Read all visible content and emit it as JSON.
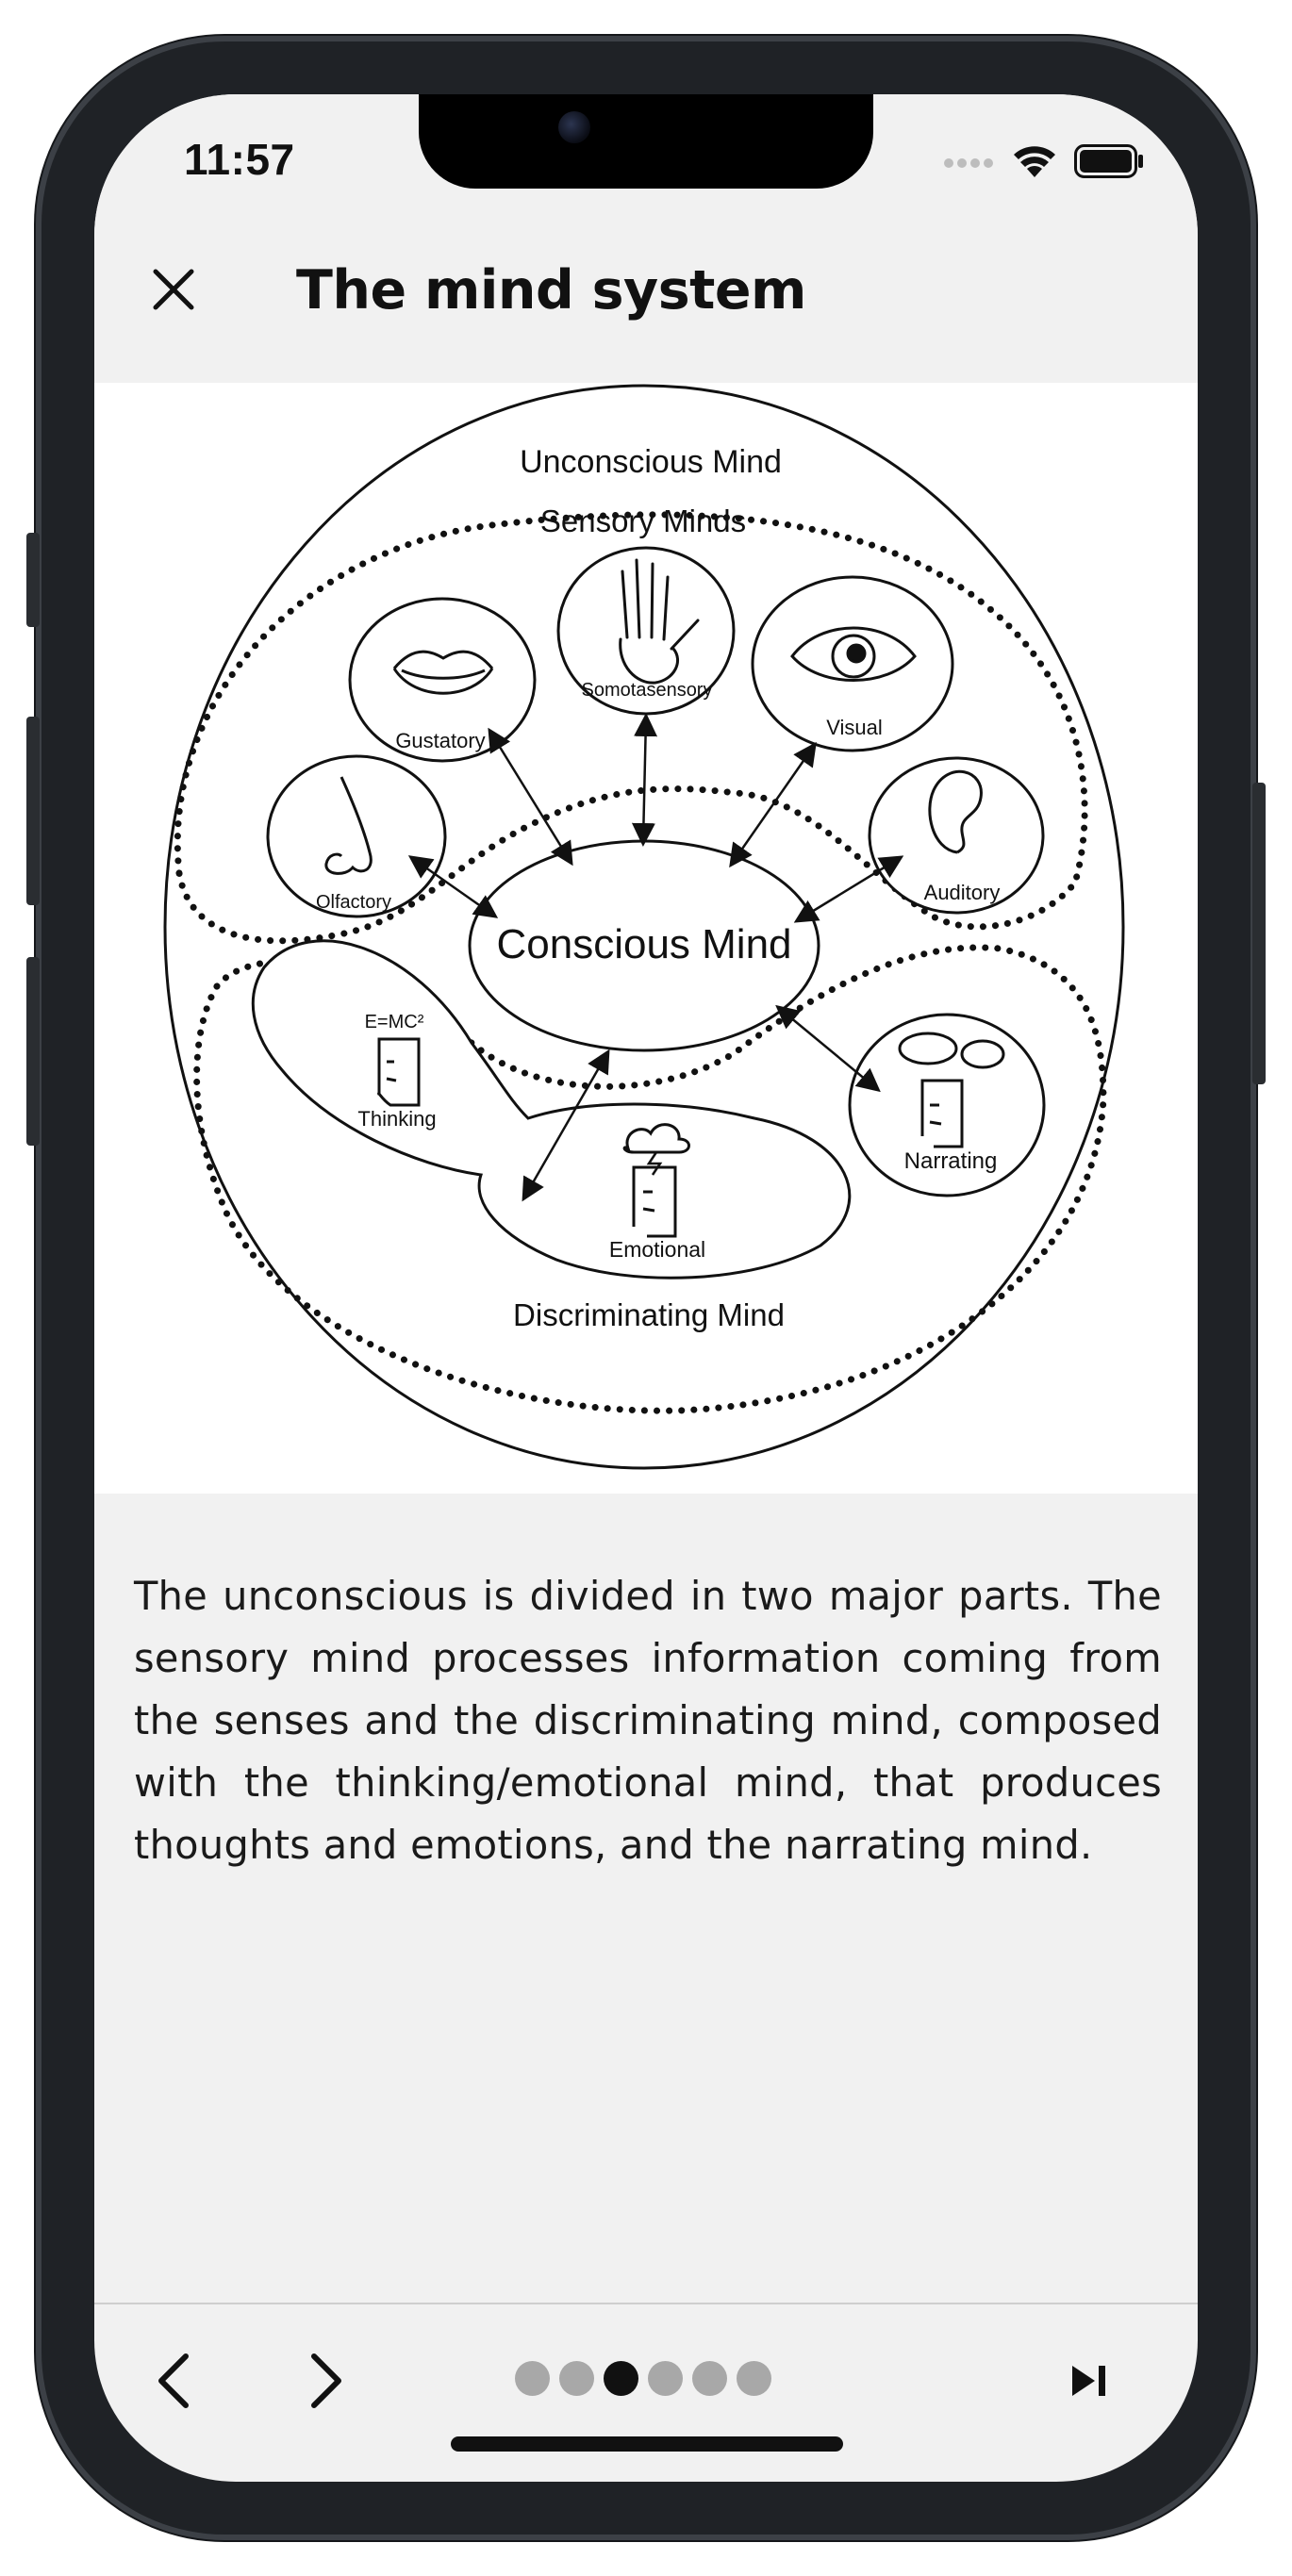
{
  "status_bar": {
    "time": "11:57"
  },
  "header": {
    "close_icon": "close-icon",
    "title": "The mind system"
  },
  "diagram": {
    "labels": {
      "unconscious": "Unconscious Mind",
      "sensory": "Sensory Minds",
      "conscious": "Conscious Mind",
      "discriminating": "Discriminating Mind",
      "somatosensory": "Somotasensory",
      "gustatory": "Gustatory",
      "visual": "Visual",
      "olfactory": "Olfactory",
      "auditory": "Auditory",
      "thinking": "Thinking",
      "emotional": "Emotional",
      "narrating": "Narrating",
      "formula": "E=MC²"
    }
  },
  "content": {
    "paragraph": "The unconscious is divided in two major parts. The sensory mind processes information coming from the senses and the discriminating mind, composed with the thinking/emotional mind, that produces thoughts and emotions, and the narrating mind."
  },
  "footer": {
    "prev_icon": "chevron-left-icon",
    "next_icon": "chevron-right-icon",
    "skip_icon": "skip-to-end-icon",
    "page_count": 6,
    "current_page": 3
  },
  "colors": {
    "background": "#f1f1f1",
    "diagram_background": "#ffffff",
    "text": "#111111",
    "dot_inactive": "#a8a8a8",
    "dot_active": "#111111"
  }
}
